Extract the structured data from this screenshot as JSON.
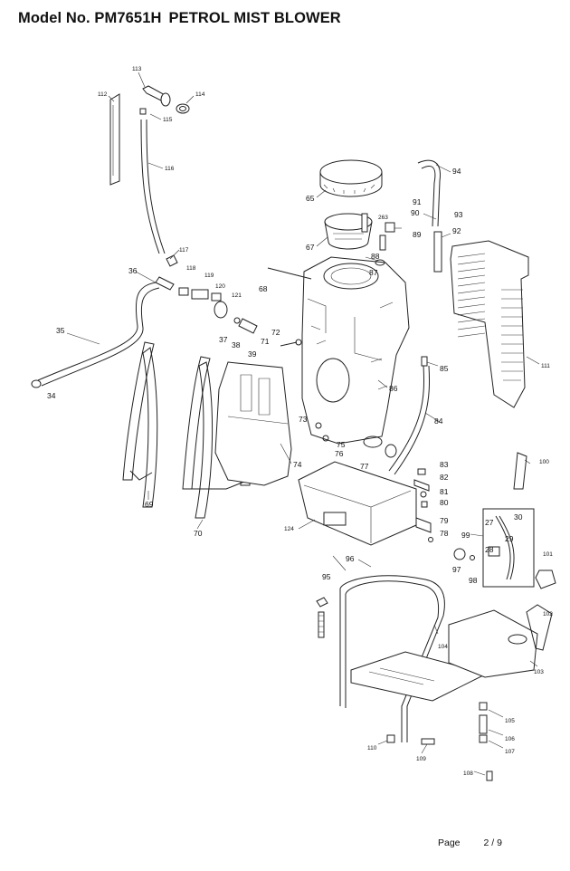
{
  "header": {
    "model_label": "Model No. PM7651H",
    "product_name": "PETROL MIST BLOWER"
  },
  "footer": {
    "page_label": "Page",
    "page_number": "2 / 9"
  },
  "callouts": [
    "113",
    "112",
    "114",
    "115",
    "116",
    "94",
    "65",
    "91",
    "90",
    "93",
    "263",
    "89",
    "92",
    "67",
    "88",
    "87",
    "117",
    "36",
    "118",
    "119",
    "120",
    "121",
    "68",
    "111",
    "35",
    "37",
    "38",
    "39",
    "71",
    "72",
    "85",
    "34",
    "86",
    "73",
    "84",
    "75",
    "74",
    "77",
    "76",
    "69",
    "83",
    "82",
    "81",
    "80",
    "100",
    "70",
    "124",
    "27",
    "30",
    "79",
    "99",
    "29",
    "78",
    "28",
    "101",
    "96",
    "97",
    "98",
    "95",
    "102",
    "104",
    "103",
    "105",
    "106",
    "110",
    "107",
    "109",
    "108"
  ]
}
